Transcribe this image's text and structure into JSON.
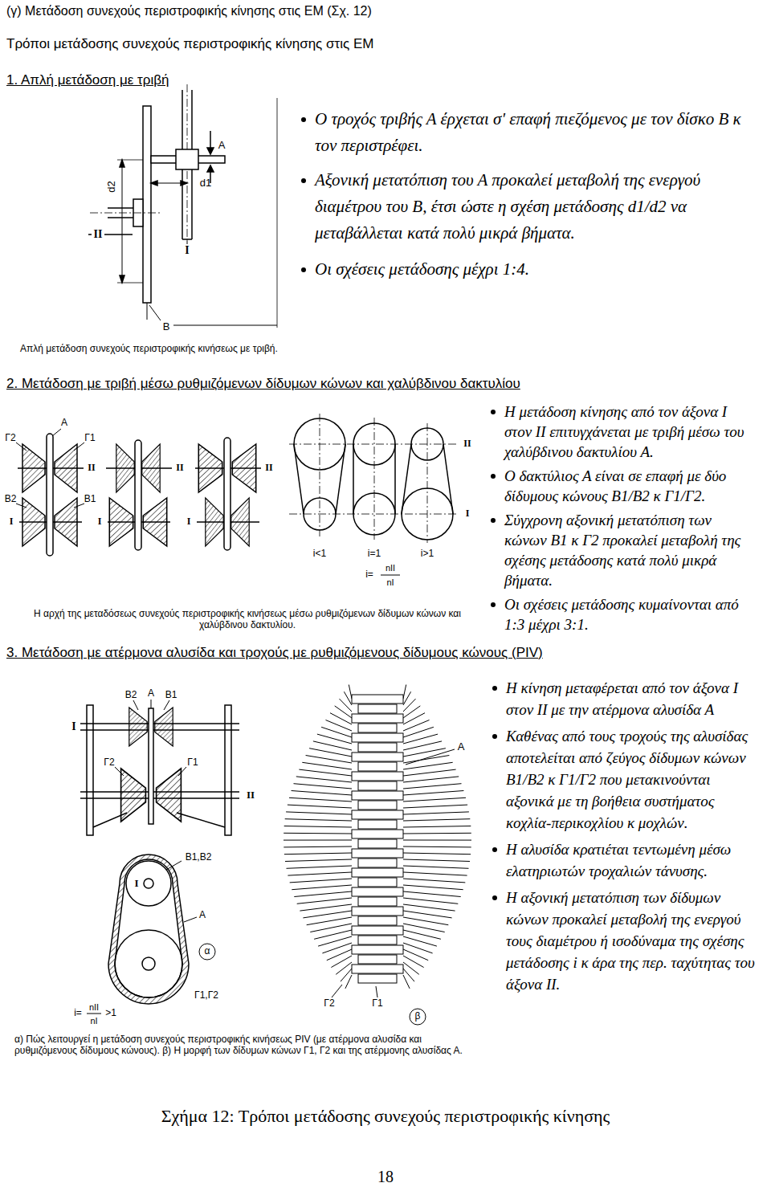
{
  "diagram": {
    "title": "(γ) Μετάδοση συνεχούς περιστροφικής κίνησης στις ΕΜ (Σχ. 12)",
    "caption": "Σχήμα 12: Τρόποι μετάδοσης συνεχούς περιστροφικής κίνησης",
    "labels": [
      "Τρόποι μετάδοσης συνεχούς περιστροφικής κίνησης στις ΕΜ",
      "1. Απλή μετάδοση με τριβή",
      "A",
      "d2",
      "d1",
      "II",
      "I",
      "B",
      "Ο τροχός τριβής Α έρχεται σ' επαφή πιεζόμενος με τον δίσκο Β κ τον περιστρέφει.",
      "Αξονική μετατόπιση του Α προκαλεί μεταβολή της ενεργού διαμέτρου του Β, έτσι ώστε η σχέση μετάδοσης d1/d2 να μεταβάλλεται κατά πολύ μικρά βήματα.",
      "Οι σχέσεις μετάδοσης μέχρι 1:4.",
      "Απλή μετάδοση συνεχούς περιστροφικής κινήσεως με τριβή.",
      "2. Μετάδοση με τριβή μέσω ρυθμιζόμενων δίδυμων κώνων και χαλύβδινου δακτυλίου",
      "A",
      "Γ2",
      "Γ1",
      "II",
      "B2",
      "B1",
      "I",
      "II",
      "I",
      "II",
      "I",
      "II",
      "I",
      "i<1",
      "i=1",
      "i>1",
      "i=",
      "nII",
      "nI",
      "Η μετάδοση κίνησης από τον άξονα Ι στον ΙΙ επιτυγχάνεται με τριβή μέσω του χαλύβδινου δακτυλίου Α.",
      "Ο δακτύλιος Α είναι σε επαφή με δύο δίδυμους κώνους Β1/Β2 κ Γ1/Γ2.",
      "Σύγχρονη αξονική μετατόπιση των κώνων Β1 κ Γ2 προκαλεί μεταβολή της σχέσης μετάδοσης κατά πολύ μικρά βήματα.",
      "Οι σχέσεις μετάδοσης κυμαίνονται από 1:3 μέχρι 3:1.",
      "Η αρχή της μεταδόσεως συνεχούς περιστροφικής κινήσεως μέσω ρυθμιζόμενων δίδυμων κώνων και χαλύβδινου δακτυλίου.",
      "3. Μετάδοση με ατέρμονα αλυσίδα και τροχούς με ρυθμιζόμενους δίδυμους κώνους (PIV)",
      "B2",
      "A",
      "B1",
      "I",
      "Γ1",
      "Γ2",
      "II",
      "α",
      "B1,B2",
      "A",
      "I",
      "Γ1,Γ2",
      "i=",
      "nII",
      "nI",
      ">1",
      "A",
      "Γ2",
      "Γ1",
      "β",
      "Η κίνηση μεταφέρεται από τον άξονα Ι στον ΙΙ με την ατέρμονα αλυσίδα Α",
      "Καθένας από τους τροχούς της αλυσίδας αποτελείται από ζεύγος δίδυμων κώνων Β1/Β2 κ Γ1/Γ2 που μετακινούνται αξονικά με τη βοήθεια συστήματος κοχλία-περικοχλίου κ μοχλών.",
      "Η αλυσίδα κρατιέται τεντωμένη μέσω ελατηριωτών τροχαλιών τάνυσης.",
      "Η αξονική μετατόπιση των δίδυμων κώνων προκαλεί μεταβολή της ενεργού τους διαμέτρου ή ισοδύναμα της σχέσης μετάδοσης i κ άρα της περ. ταχύτητας του άξονα ΙΙ.",
      "α) Πώς λειτουργεί η μετάδοση συνεχούς περιστροφικής κινήσεως PIV (με ατέρμονα αλυσίδα και ρυθμιζόμενους δίδυμους κώνους). β) Η μορφή των δίδυμων κώνων Γ1, Γ2 και της ατέρμονης αλυσίδας Α.",
      "18"
    ]
  }
}
